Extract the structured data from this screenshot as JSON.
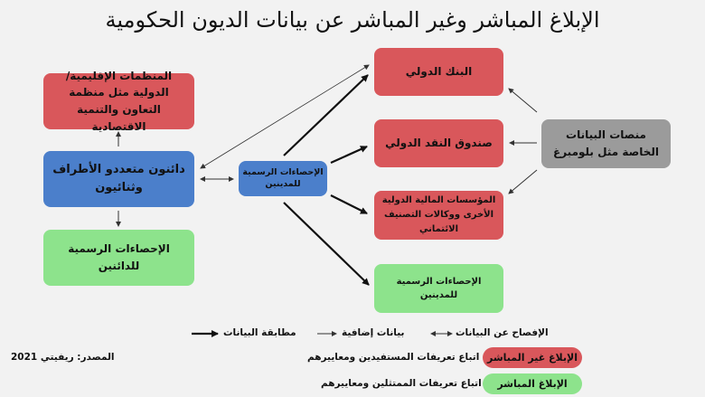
{
  "title": "الإبلاغ المباشر وغير المباشر عن بيانات الديون الحكومية",
  "boxes": {
    "org": "المنظمات الإقليمية/الدولية مثل منظمة التعاون والتنمية الاقتصادية",
    "creditors": "دائنون متعددو الأطراف وثنائيون",
    "creditor_stats": "الإحصاءات الرسمية للدائنين",
    "debtor_stats": "الإحصاءات الرسمية للمدينين",
    "world_bank": "البنك الدولي",
    "imf": "صندوق النقد الدولي",
    "financial": "المؤسسات المالية الدولية الأخرى ووكالات التصنيف الائتماني",
    "debtor_stats_2": "الإحصاءات الرسمية للمدينين",
    "private": "منصات البيانات الخاصة مثل بلومبرغ"
  },
  "legend": {
    "disclosure": "الإفصاح عن البيانات",
    "additional": "بيانات إضافية",
    "matching": "مطابقة البيانات",
    "indirect_pill": "الإبلاغ غير المباشر",
    "indirect_text": "اتباع تعريفات المستفيدين ومعاييرهم",
    "direct_pill": "الإبلاغ المباشر",
    "direct_text": "اتباع تعريفات الممتثلين ومعاييرهم",
    "source": "المصدر: ريفيتي 2021"
  },
  "colors": {
    "indirect": "#d9575b",
    "direct": "#8de38c",
    "creditor_blue": "#4b7fcb",
    "private_gray": "#9b9b9b"
  }
}
